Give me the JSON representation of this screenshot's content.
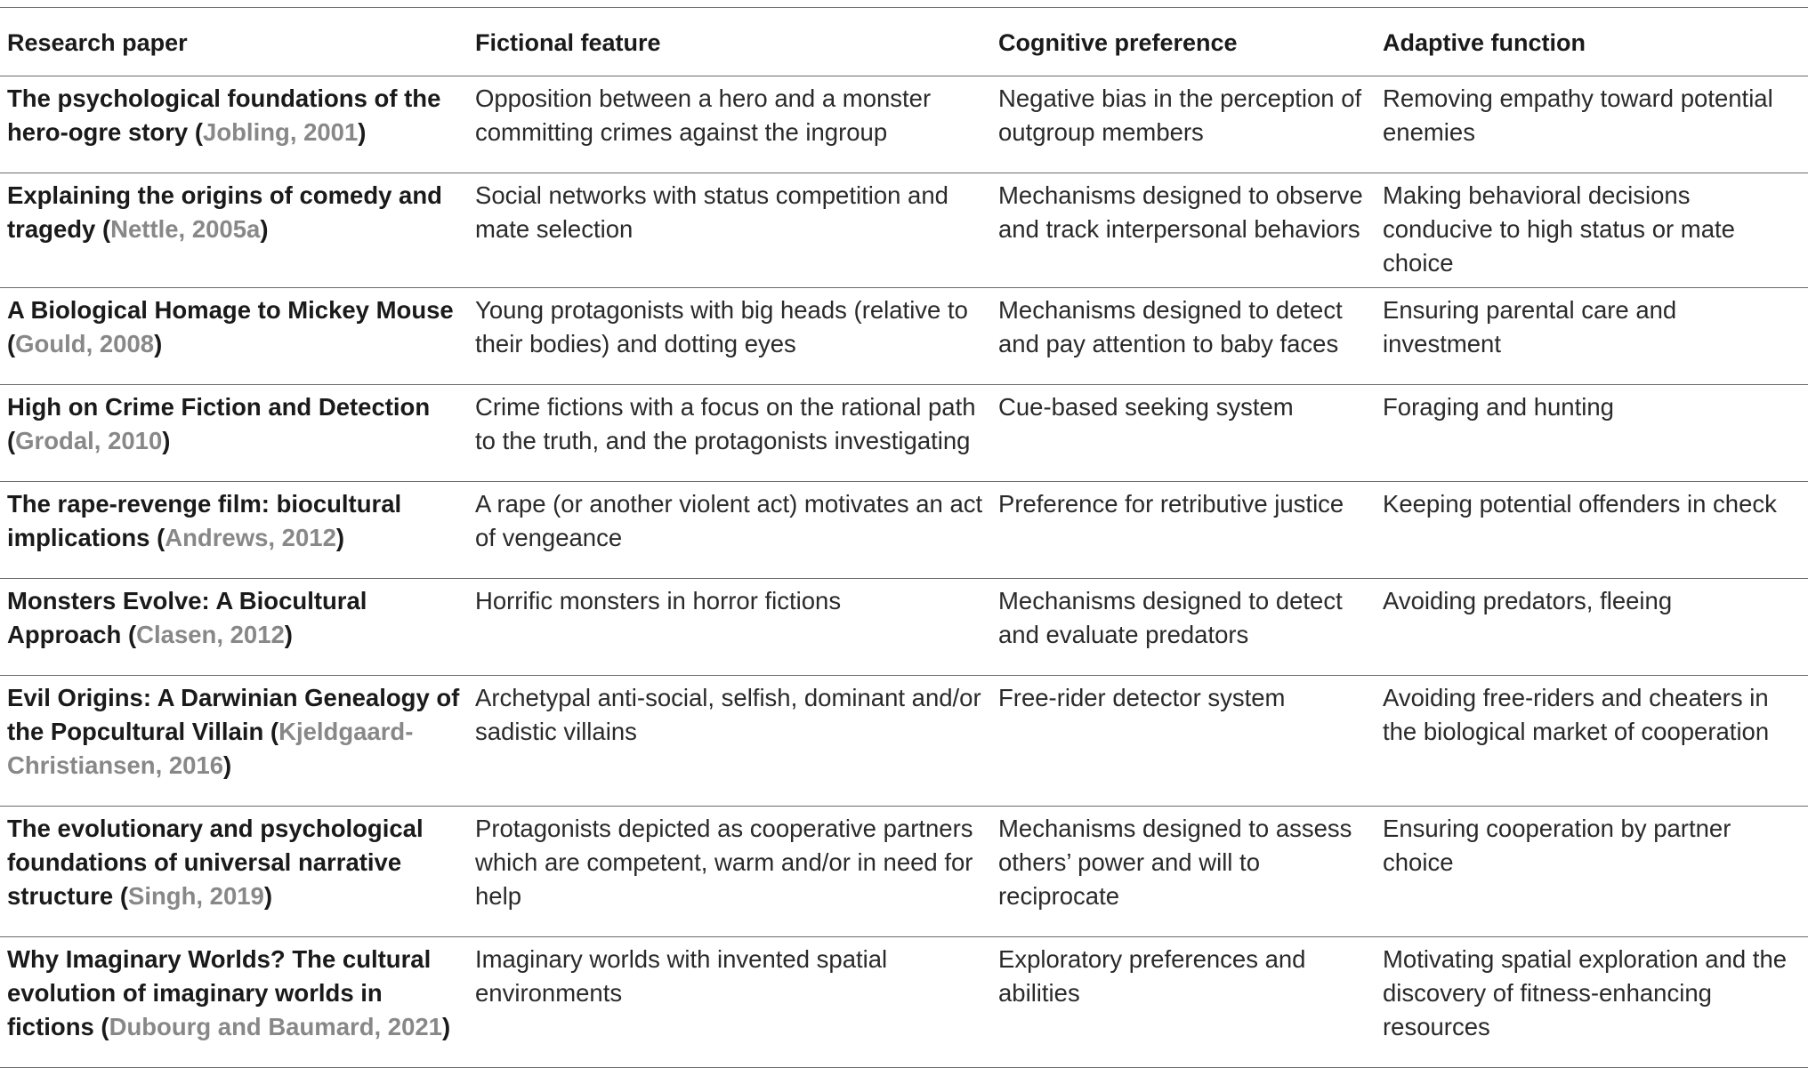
{
  "headers": {
    "paper": "Research paper",
    "feature": "Fictional feature",
    "preference": "Cognitive preference",
    "function": "Adaptive function"
  },
  "rows": [
    {
      "title": "The psychological foundations of the hero-ogre story",
      "ref": "Jobling, 2001",
      "feature": "Opposition between a hero and a monster committing crimes against the ingroup",
      "preference": "Negative bias in the perception of outgroup members",
      "function": "Removing empathy toward potential enemies"
    },
    {
      "title": "Explaining the origins of comedy and tragedy",
      "ref": "Nettle, 2005a",
      "feature": "Social networks with status competition and mate selection",
      "preference": "Mechanisms designed to observe and track interpersonal behaviors",
      "function": "Making behavioral decisions conducive to high status or mate choice"
    },
    {
      "title": "A Biological Homage to Mickey Mouse",
      "ref": "Gould, 2008",
      "feature": "Young protagonists with big heads (relative to their bodies) and dotting eyes",
      "preference": "Mechanisms designed to detect and pay attention to baby faces",
      "function": "Ensuring parental care and investment"
    },
    {
      "title": "High on Crime Fiction and Detection",
      "ref": "Grodal, 2010",
      "feature": "Crime fictions with a focus on the rational path to the truth, and the protagonists investigating",
      "preference": "Cue-based seeking system",
      "function": "Foraging and hunting"
    },
    {
      "title": "The rape-revenge film: biocultural implications",
      "ref": "Andrews, 2012",
      "feature": "A rape (or another violent act) motivates an act of vengeance",
      "preference": "Preference for retributive justice",
      "function": "Keeping potential offenders in check"
    },
    {
      "title": "Monsters Evolve: A Biocultural Approach",
      "ref": "Clasen, 2012",
      "feature": "Horrific monsters in horror fictions",
      "preference": "Mechanisms designed to detect and evaluate predators",
      "function": "Avoiding predators, fleeing"
    },
    {
      "title": "Evil Origins: A Darwinian Genealogy of the Popcultural Villain",
      "ref": "Kjeldgaard-Christiansen, 2016",
      "feature": "Archetypal anti-social, selfish, dominant and/or sadistic villains",
      "preference": "Free-rider detector system",
      "function": "Avoiding free-riders and cheaters in the biological market of cooperation"
    },
    {
      "title": "The evolutionary and psychological foundations of universal narrative structure",
      "ref": "Singh, 2019",
      "feature": "Protagonists depicted as cooperative partners which are competent, warm and/or in need for help",
      "preference": "Mechanisms designed to assess others’ power and will to reciprocate",
      "function": "Ensuring cooperation by partner choice"
    },
    {
      "title": "Why Imaginary Worlds? The cultural evolution of imaginary worlds in fictions",
      "ref": "Dubourg and Baumard, 2021",
      "feature": "Imaginary worlds with invented spatial environments",
      "preference": "Exploratory preferences and abilities",
      "function": "Motivating spatial exploration and the discovery of fitness-enhancing resources"
    }
  ]
}
